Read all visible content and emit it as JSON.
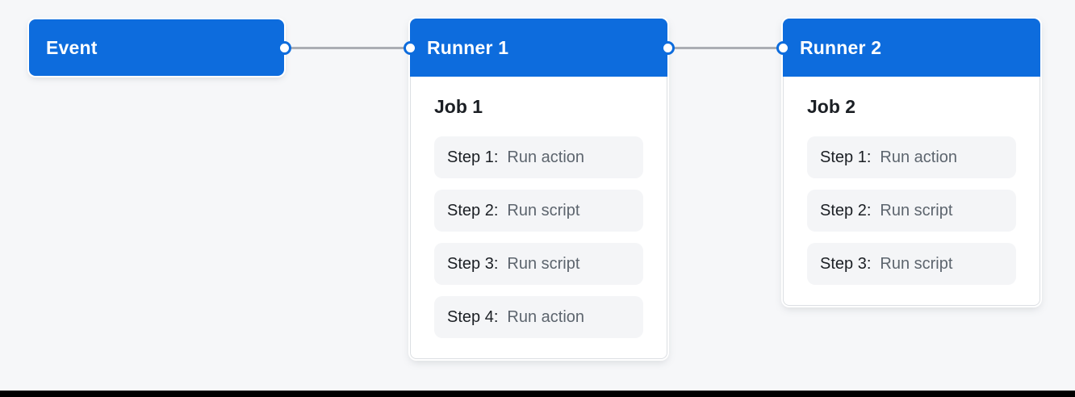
{
  "colors": {
    "page_bg": "#f6f7f9",
    "accent_blue": "#0d6cdd",
    "connector_gray": "#abaeb4",
    "card_bg": "#ffffff",
    "card_border": "#dcdfe3",
    "step_bg": "#f4f5f7",
    "title_text": "#ffffff",
    "dark_text": "#1b1f24",
    "muted_text": "#5d656e",
    "bottom_bar": "#000000"
  },
  "workflow": {
    "event": {
      "label": "Event"
    },
    "runners": [
      {
        "title": "Runner 1",
        "job": {
          "title": "Job 1",
          "steps": [
            {
              "label": "Step 1:",
              "action": "Run action"
            },
            {
              "label": "Step 2:",
              "action": "Run script"
            },
            {
              "label": "Step 3:",
              "action": "Run script"
            },
            {
              "label": "Step 4:",
              "action": "Run action"
            }
          ]
        }
      },
      {
        "title": "Runner 2",
        "job": {
          "title": "Job 2",
          "steps": [
            {
              "label": "Step 1:",
              "action": "Run action"
            },
            {
              "label": "Step 2:",
              "action": "Run script"
            },
            {
              "label": "Step 3:",
              "action": "Run script"
            }
          ]
        }
      }
    ]
  }
}
